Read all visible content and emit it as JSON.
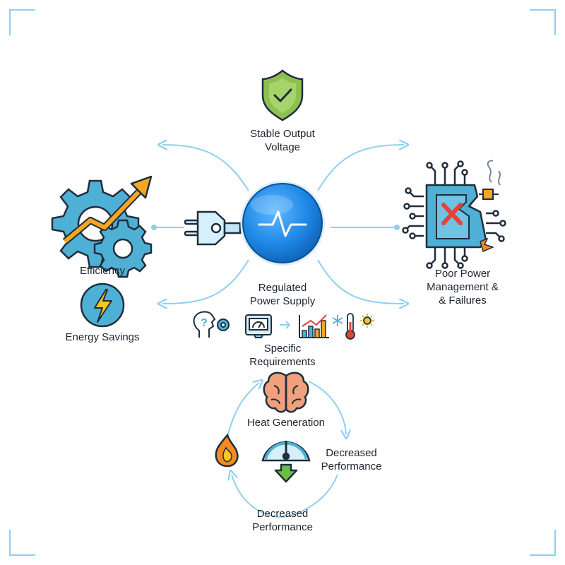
{
  "center": {
    "line1": "Regulated",
    "line2": "Power Supply"
  },
  "top": {
    "line1": "Stable Output",
    "line2": "Voltage"
  },
  "left": {
    "efficiency": "Efficiency",
    "energy_savings": "Energy Savings"
  },
  "right": {
    "line1": "Poor Power",
    "line2": "Management &",
    "line3": "& Failures"
  },
  "requirements": {
    "line1": "Specific",
    "line2": "Requirements"
  },
  "cycle": {
    "heat": "Heat Generation",
    "right_line1": "Decreased",
    "right_line2": "Performance",
    "bottom_line1": "Decreased",
    "bottom_line2": "Performance"
  },
  "colors": {
    "accent": "#8fd0ee",
    "hub": "#1e88e5",
    "shield": "#8cc152",
    "gear": "#4fb0d6",
    "arrow_orange": "#f6a623",
    "danger": "#e5413b",
    "brain": "#f0a07a",
    "flame": "#f58a1f",
    "gauge_arrow": "#6cbf45",
    "outline": "#1f2d3d"
  },
  "icons": [
    "shield-check-icon",
    "plug-icon",
    "waveform-icon",
    "gears-growth-icon",
    "lightning-icon",
    "broken-chip-icon",
    "head-gear-icon",
    "monitor-gauge-icon",
    "bar-chart-icon",
    "snowflake-thermometer-sun-icon",
    "brain-icon",
    "flame-icon",
    "speedometer-icon"
  ]
}
